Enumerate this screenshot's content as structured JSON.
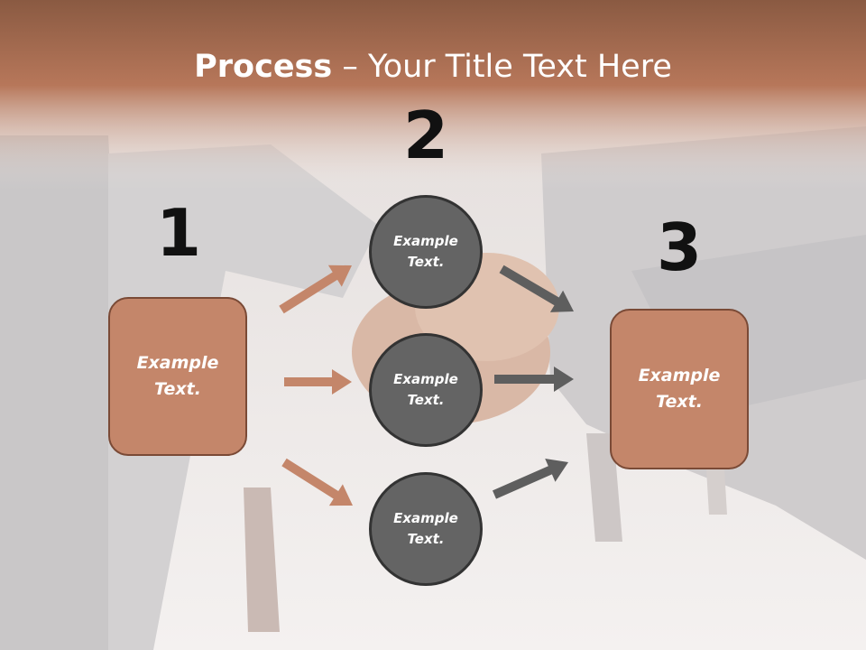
{
  "title": {
    "bold": "Process",
    "rest": " – Your Title Text Here"
  },
  "steps": [
    {
      "number": "1",
      "label": "Example Text."
    },
    {
      "number": "2",
      "circles": [
        "Example Text.",
        "Example Text.",
        "Example Text."
      ]
    },
    {
      "number": "3",
      "label": "Example Text."
    }
  ],
  "colors": {
    "header_band": "#b7775a",
    "box_fill": "#c4866a",
    "box_border": "#7a4a36",
    "circle_fill": "#646464",
    "circle_border": "#333333",
    "arrow_left": "#c4866a",
    "arrow_right": "#5e5e5e"
  }
}
